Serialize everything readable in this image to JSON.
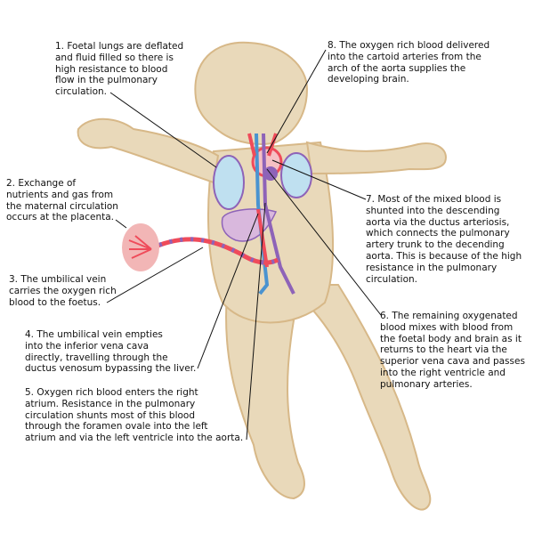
{
  "labels": {
    "l1": "1. Foetal lungs are deflated\nand fluid filled so there is\nhigh resistance to blood\nflow in the pulmonary\ncirculation.",
    "l2": "2. Exchange of\nnutrients and gas from\nthe maternal circulation\noccurs at the placenta.",
    "l3": "3. The umbilical vein\ncarries the oxygen rich\nblood to the foetus.",
    "l4": "4. The umbilical vein empties\ninto the inferior vena cava\ndirectly, travelling through the\nductus venosum bypassing the liver.",
    "l5": "5. Oxygen rich blood enters the right\natrium. Resistance in the pulmonary\ncirculation shunts most of this blood\nthrough the foramen ovale into the left\natrium and via the left ventricle into the aorta.",
    "l6": "6. The remaining oxygenated\nblood mixes with blood from\nthe foetal body and brain as it\nreturns to the heart via the\nsuperior vena cava and passes\ninto the right ventricle and\npulmonary arteries.",
    "l7": "7. Most of the mixed blood is\nshunted into the descending\naorta via the ductus arteriosis,\nwhich connects the pulmonary\nartery trunk to the decending\naorta. This is because of the high\nresistance in the pulmonary\ncirculation.",
    "l8": "8. The oxygen rich blood delivered\ninto the cartoid arteries from the\narch of the aorta supplies the\ndeveloping brain."
  },
  "colors": {
    "skin": "#e9d9ba",
    "skin_outline": "#d7b888",
    "artery": "#ef4b5a",
    "vein": "#4a93d0",
    "mixed": "#8e63b8",
    "lung": "#bfe0f0",
    "placenta": "#f2b6b6"
  }
}
